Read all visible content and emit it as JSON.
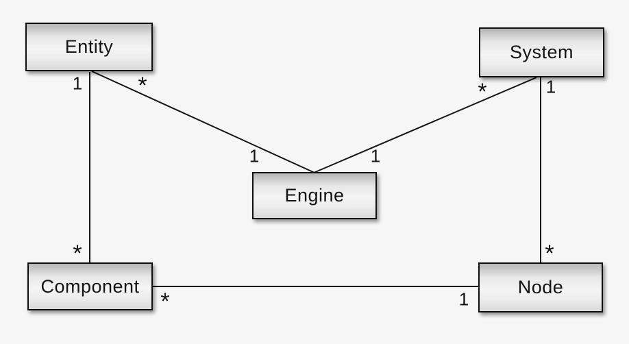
{
  "diagram": {
    "type": "uml-association-diagram",
    "background_color": "#f6f6f6",
    "line_color": "#161616",
    "box_border_color": "#0e0e0e",
    "box_fill_top": "#b5b5b5",
    "box_fill_middle": "#f4f4f4",
    "box_fill_bottom": "#d9d9d9",
    "nodes": [
      {
        "id": "entity",
        "label": "Entity"
      },
      {
        "id": "system",
        "label": "System"
      },
      {
        "id": "engine",
        "label": "Engine"
      },
      {
        "id": "component",
        "label": "Component"
      },
      {
        "id": "node",
        "label": "Node"
      }
    ],
    "edges": [
      {
        "from": "Entity",
        "to": "Component",
        "from_card": "1",
        "to_card": "*"
      },
      {
        "from": "Entity",
        "to": "Engine",
        "from_card": "*",
        "to_card": "1"
      },
      {
        "from": "System",
        "to": "Engine",
        "from_card": "*",
        "to_card": "1"
      },
      {
        "from": "System",
        "to": "Node",
        "from_card": "1",
        "to_card": "*"
      },
      {
        "from": "Component",
        "to": "Node",
        "from_card": "*",
        "to_card": "1"
      }
    ]
  }
}
